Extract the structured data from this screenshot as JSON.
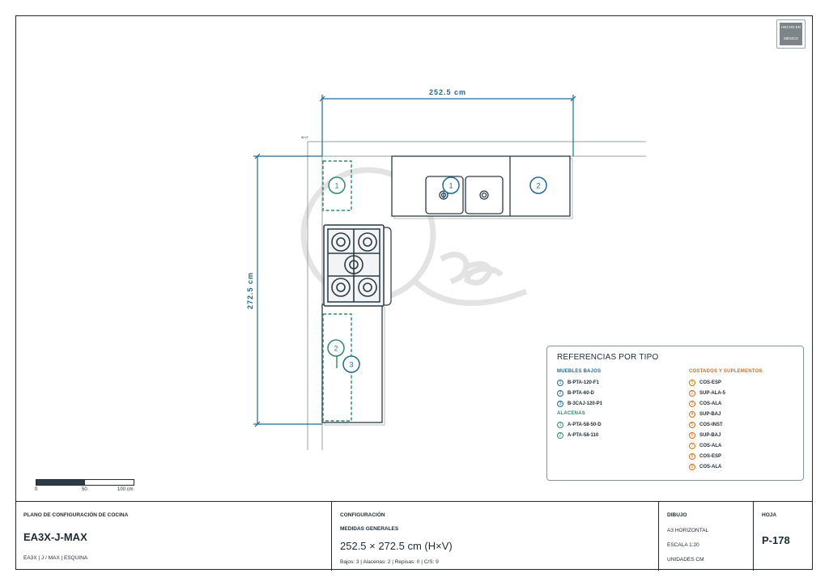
{
  "plan": {
    "dim_top": "252.5 cm",
    "dim_left": "272.5 cm",
    "corner_tag": "90.0°",
    "markers": [
      {
        "n": "1",
        "type": "alacena"
      },
      {
        "n": "1",
        "type": "bajo"
      },
      {
        "n": "2",
        "type": "bajo"
      },
      {
        "n": "2",
        "type": "alacena"
      },
      {
        "n": "3",
        "type": "bajo"
      }
    ]
  },
  "logo": {
    "line1": "HECHO EN",
    "line2": "MÉXICO"
  },
  "legend": {
    "title": "REFERENCIAS POR TIPO",
    "bajos_title": "MUEBLES BAJOS",
    "bajos": [
      {
        "n": "1",
        "code": "B-PTA-120-F1"
      },
      {
        "n": "2",
        "code": "B-PTA-60-D"
      },
      {
        "n": "3",
        "code": "B-3CAJ-120-P1"
      }
    ],
    "alacenas_title": "ALACENAS",
    "alacenas": [
      {
        "n": "1",
        "code": "A-PTA-58-50-D"
      },
      {
        "n": "2",
        "code": "A-PTA-58-110"
      }
    ],
    "costados_title": "COSTADOS Y SUPLEMENTOS",
    "costados": [
      {
        "n": "1",
        "code": "COS-ESP"
      },
      {
        "n": "2",
        "code": "SUP-ALA-5"
      },
      {
        "n": "3",
        "code": "COS-ALA"
      },
      {
        "n": "4",
        "code": "SUP-BAJ"
      },
      {
        "n": "5",
        "code": "COS-INST"
      },
      {
        "n": "6",
        "code": "SUP-BAJ"
      },
      {
        "n": "7",
        "code": "COS-ALA"
      },
      {
        "n": "8",
        "code": "COS-ESP"
      },
      {
        "n": "9",
        "code": "COS-ALA"
      }
    ],
    "colors": {
      "bajos": "#1d6a93",
      "alacenas": "#2f8a6d",
      "costados": "#d27015"
    }
  },
  "scale_bar": {
    "l0": "0",
    "l1": "50",
    "l2": "100 cm"
  },
  "title_block": {
    "plan_label": "PLANO DE CONFIGURACIÓN DE COCINA",
    "model": "EA3X-J-MAX",
    "model_sub": "EA3X | J / MAX | ESQUINA",
    "config_label": "CONFIGURACIÓN",
    "medidas_label": "MEDIDAS GENERALES",
    "medidas": "252.5 × 272.5 cm (H×V)",
    "counts": "Bajos: 3 | Alacenas: 2 | Repisas: 0 | C/S: 9",
    "dibujo_label": "DIBUJO",
    "dibujo_format": "A3 HORIZONTAL",
    "dibujo_scale": "ESCALA 1:20",
    "dibujo_units": "UNIDADES CM",
    "hoja_label": "HOJA",
    "hoja": "P-178"
  }
}
